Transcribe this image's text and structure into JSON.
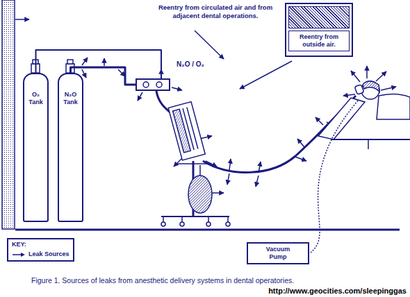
{
  "diagram": {
    "caption": "Figure 1. Sources of leaks from anesthetic delivery systems in dental operatories.",
    "nodes": [
      {
        "text": [
          "Reentry from outside air."
        ]
      },
      {
        "text": [
          "O₂ Tank"
        ]
      },
      {
        "text": [
          "N₂O Tank"
        ]
      },
      {
        "text": [
          "N₂O / O₂"
        ]
      },
      {
        "text": [
          "Vacuum Pump"
        ]
      }
    ],
    "edges": [
      {
        "from": 1,
        "to": 3,
        "arrow": "none"
      },
      {
        "from": 2,
        "to": 3,
        "arrow": "none"
      }
    ],
    "labels": [
      "Reentry from circulated air and from adjacent dental operations.",
      "KEY:",
      "http://www.geocities.com/sleepinggas"
    ],
    "legend": [
      {
        "text": "Leak Sources"
      }
    ]
  }
}
